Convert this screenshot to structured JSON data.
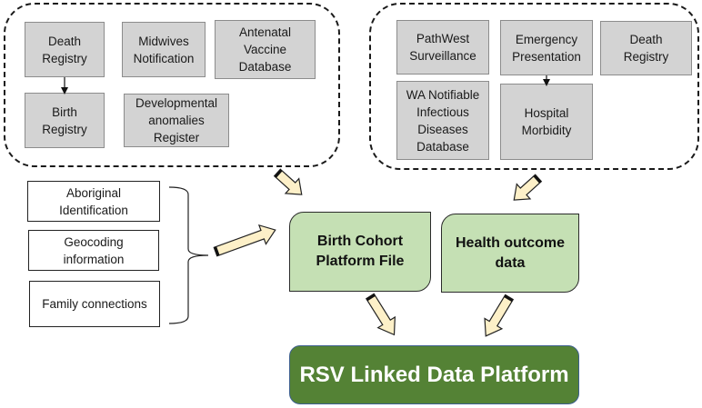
{
  "maternal_sources": {
    "boxes": [
      {
        "id": "death-registry",
        "label": "Death\nRegistry"
      },
      {
        "id": "midwives-notification",
        "label": "Midwives\nNotification"
      },
      {
        "id": "antenatal-vaccine-database",
        "label": "Antenatal\nVaccine\nDatabase"
      },
      {
        "id": "birth-registry",
        "label": "Birth\nRegistry"
      },
      {
        "id": "developmental-anomalies-register",
        "label": "Developmental\nanomalies\nRegister"
      }
    ]
  },
  "health_sources": {
    "boxes": [
      {
        "id": "pathwest-surveillance",
        "label": "PathWest\nSurveillance"
      },
      {
        "id": "emergency-presentation",
        "label": "Emergency\nPresentation"
      },
      {
        "id": "death-registry",
        "label": "Death\nRegistry"
      },
      {
        "id": "wa-notifiable-infectious-diseases-database",
        "label": "WA Notifiable\nInfectious\nDiseases\nDatabase"
      },
      {
        "id": "hospital-morbidity",
        "label": "Hospital\nMorbidity"
      }
    ]
  },
  "supplementary": {
    "boxes": [
      {
        "id": "aboriginal-identification",
        "label": "Aboriginal\nIdentification"
      },
      {
        "id": "geocoding-information",
        "label": "Geocoding\ninformation"
      },
      {
        "id": "family-connections",
        "label": "Family connections"
      }
    ]
  },
  "outputs": {
    "birth_cohort": "Birth Cohort\nPlatform File",
    "health_outcome": "Health outcome\ndata",
    "final": "RSV Linked Data Platform"
  },
  "colors": {
    "source_box": "#d3d3d3",
    "intermediate_box": "#c5e0b4",
    "final_box": "#548235",
    "arrow_fill": "#fdf0c8"
  }
}
